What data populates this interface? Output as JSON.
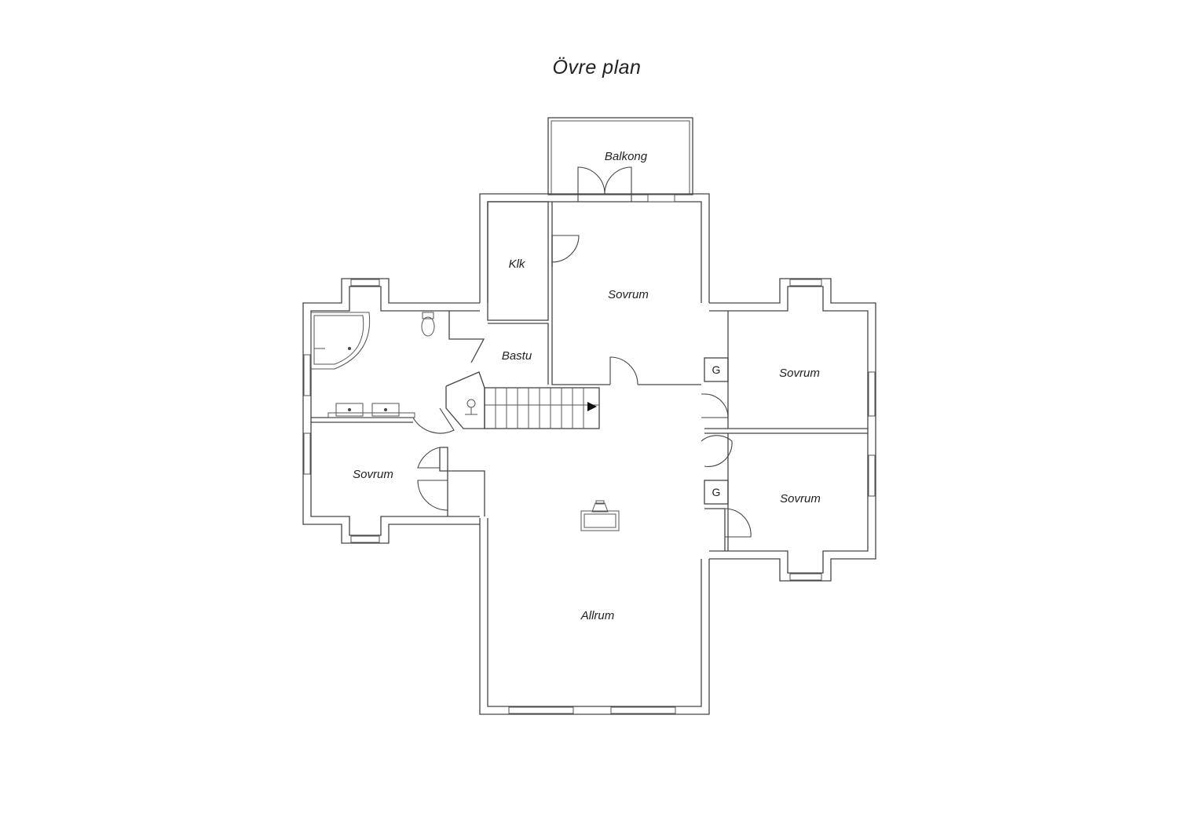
{
  "title": "Övre plan",
  "rooms": {
    "balkong": "Balkong",
    "klk": "Klk",
    "sovrum_top": "Sovrum",
    "bastu": "Bastu",
    "sovrum_right_top": "Sovrum",
    "sovrum_left": "Sovrum",
    "sovrum_right_bottom": "Sovrum",
    "allrum": "Allrum"
  },
  "closets": {
    "g_top": "G",
    "g_bottom": "G"
  }
}
